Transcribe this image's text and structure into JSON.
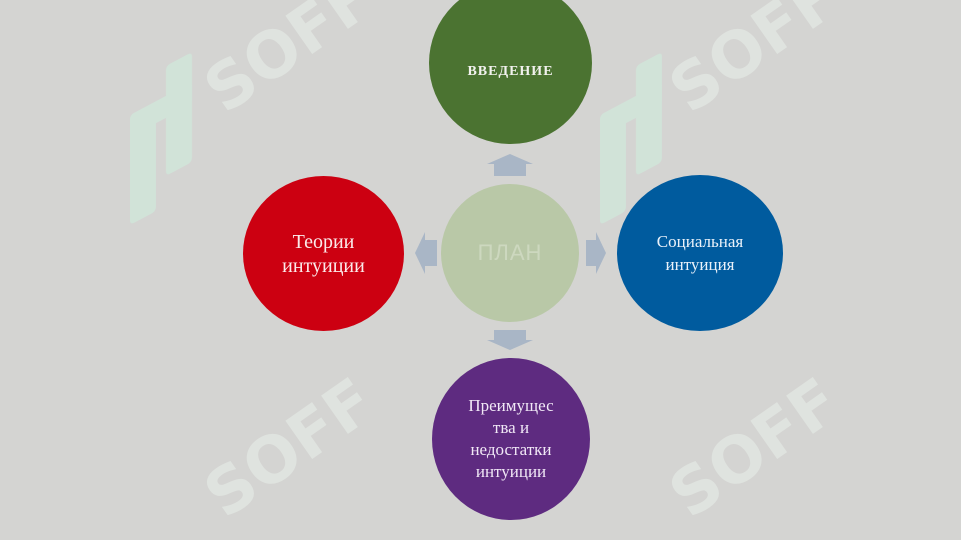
{
  "diagram": {
    "center": {
      "label": "ПЛАН"
    },
    "nodes": {
      "top": {
        "label": "ВВЕДЕНИЕ"
      },
      "left": {
        "label": "Теории\nинтуиции"
      },
      "right": {
        "label": "Социальная\nинтуиция"
      },
      "bottom": {
        "label": "Преимущес\nтва и\nнедостатки\nинтуиции"
      }
    },
    "watermark": {
      "text": "SOFF"
    }
  },
  "colors": {
    "background": "#d4d4d2",
    "center": "#b9c8a7",
    "top": "#4b7331",
    "left": "#cc0011",
    "right": "#005b9e",
    "bottom": "#5e2b80",
    "arrow": "#a9b6c6",
    "watermark": "#c9e6d8"
  }
}
